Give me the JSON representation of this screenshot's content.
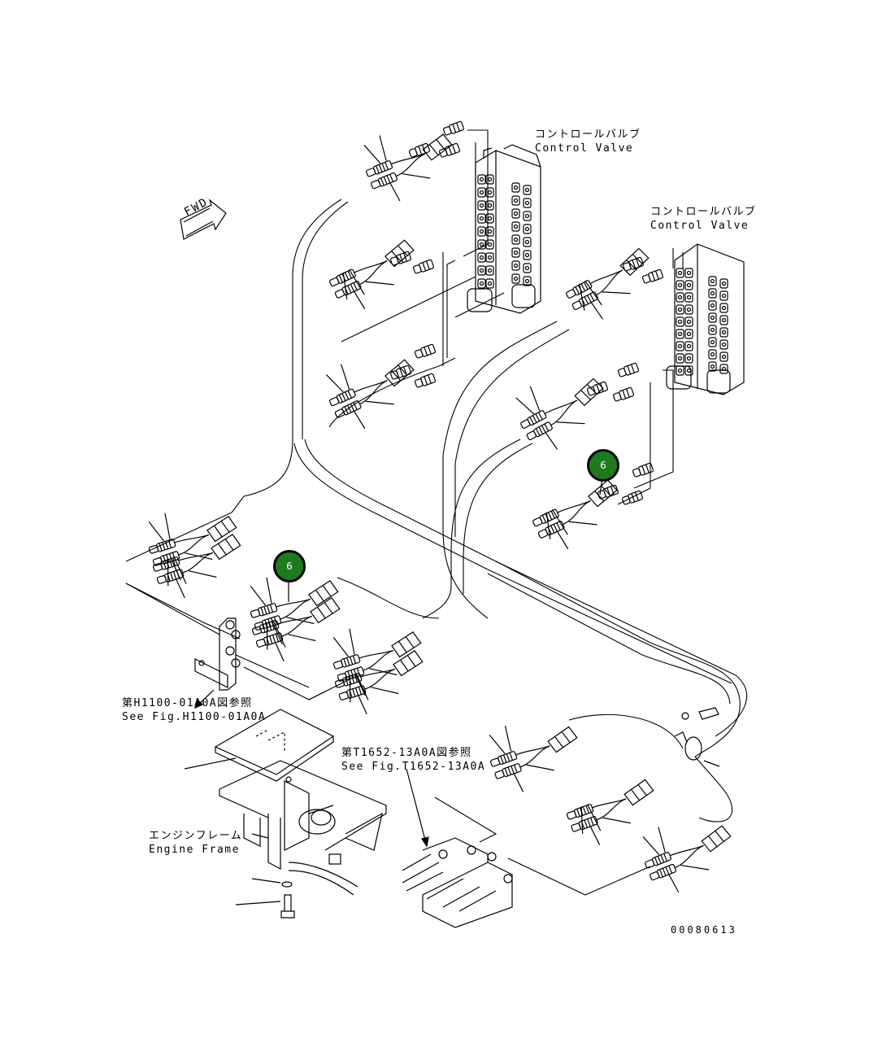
{
  "labels": {
    "cv1_jp": "コントロールバルブ",
    "cv1_en": "Control Valve",
    "cv2_jp": "コントロールバルブ",
    "cv2_en": "Control Valve",
    "ref1_jp": "第H1100-01A0A図参照",
    "ref1_en": "See Fig.H1100-01A0A",
    "ref2_jp": "第T1652-13A0A図参照",
    "ref2_en": "See Fig.T1652-13A0A",
    "frame_jp": "エンジンフレーム",
    "frame_en": "Engine Frame",
    "fwd": "FWD",
    "drawing_code": "00080613"
  },
  "callouts": [
    {
      "number": "6"
    },
    {
      "number": "6"
    }
  ],
  "colors": {
    "callout_fill": "#1e7a1e",
    "line": "#000000"
  }
}
